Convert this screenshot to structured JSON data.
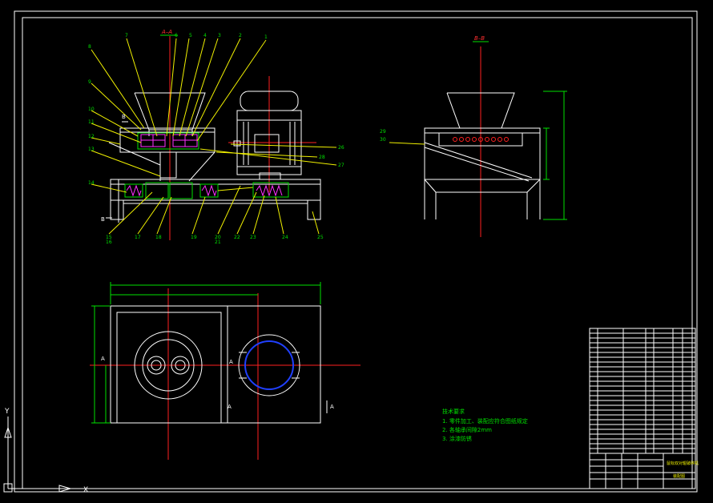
{
  "views": {
    "section_aa_label": "A–A",
    "section_bb_label": "B–B",
    "section_marker_b": "B",
    "section_marker_a": "A"
  },
  "part_numbers_top": [
    "8",
    "7",
    "6",
    "5",
    "4",
    "3",
    "2",
    "1"
  ],
  "part_numbers_left": [
    "9",
    "10",
    "11",
    "12",
    "13",
    "14"
  ],
  "part_numbers_bottom": [
    "15",
    "16",
    "17",
    "18",
    "19",
    "20",
    "21",
    "22",
    "23",
    "24",
    "25"
  ],
  "part_numbers_right": [
    "26",
    "27",
    "28"
  ],
  "section_bb_callouts": [
    "29",
    "30"
  ],
  "notes": {
    "title": "技术要求",
    "lines": [
      "1. 零件加工、装配应符合图纸规定",
      "2. 各轴承间隙2mm",
      "3. 涂漆防锈"
    ]
  },
  "title_block": {
    "name": "鼠标双对辊破碎机",
    "drawing_label": "装配图"
  },
  "axis": {
    "y_label": "Y",
    "x_label": "X"
  },
  "colors": {
    "background": "#000000",
    "outline": "#ffffff",
    "centerline": "#ff2020",
    "dimension": "#00e000",
    "leader": "#f0f000",
    "hatch": "#ff30ff",
    "bearing": "#2040ff"
  }
}
